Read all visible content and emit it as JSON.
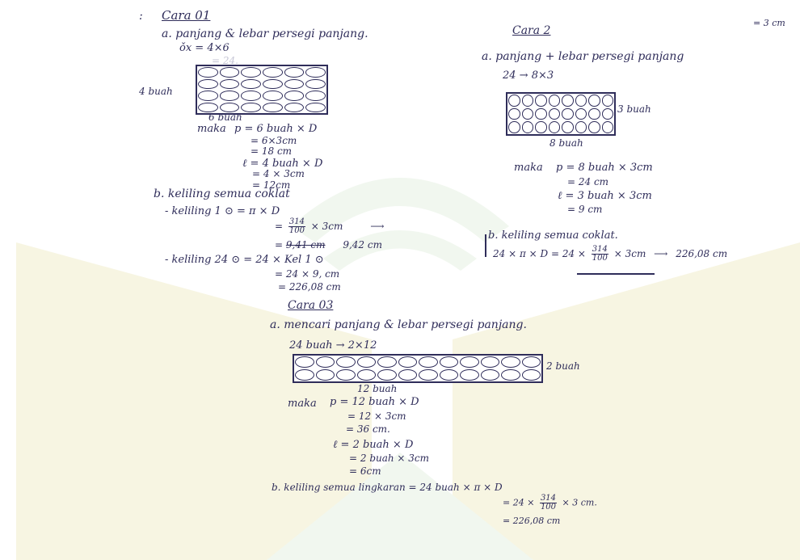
{
  "brand_colors": {
    "ink": "#2f2d5a",
    "watermark": "#f4f2dc",
    "watermark_green": "#eef5ec"
  },
  "top_right": "= 3 cm",
  "cara1": {
    "title_prefix": ":",
    "title": "Cara  01",
    "a_label": "a. panjang & lebar persegi panjang.",
    "a_eq": "ǒx = 4×6",
    "a_faint": "= 24.",
    "rows_label": "4 buah",
    "cols_label": "6 buah",
    "maka": "maka",
    "p_line1": "p = 6 buah × D",
    "p_line2": "= 6×3cm",
    "p_line3": "= 18 cm",
    "l_line1": "ℓ = 4 buah × D",
    "l_line2": "= 4 × 3cm",
    "l_line3": "= 12cm",
    "b_label": "b. keliling semua coklat",
    "kel1_prefix": "- keliling 1 ⊙  =  π × D",
    "kel1_frac_num": "314",
    "kel1_frac_den": "100",
    "kel1_tail": "× 3cm",
    "kel1_result_struck": "9,41 cm",
    "kel1_result": "9,42 cm",
    "kel24_line1": "- keliling 24 ⊙  =  24 × Kel 1 ⊙",
    "kel24_line2": "= 24 × 9,  cm",
    "kel24_line3": "= 226,08 cm"
  },
  "cara2": {
    "title": "Cara  2",
    "a_label": "a. panjang + lebar persegi panjang",
    "a_eq": "24 → 8×3",
    "rows_label": "3 buah",
    "cols_label": "8 buah",
    "maka": "maka",
    "p_line1": "p = 8 buah × 3cm",
    "p_line2": "= 24 cm",
    "l_line1": "ℓ = 3 buah × 3cm",
    "l_line2": "= 9 cm",
    "b_label": "b. keliling semua coklat.",
    "b_eq_left": "24 × π × D  =  24 ×",
    "b_frac_num": "314",
    "b_frac_den": "100",
    "b_eq_tail": "× 3cm",
    "b_result": "226,08 cm"
  },
  "cara3": {
    "title": "Cara  03",
    "a_label": "a. mencari panjang & lebar persegi panjang.",
    "a_eq": "24  buah → 2×12",
    "rows_label": "2 buah",
    "cols_label": "12 buah",
    "maka": "maka",
    "p_line1": "p  =  12 buah × D",
    "p_line2": "= 12 × 3cm",
    "p_line3": "= 36 cm.",
    "l_line1": "ℓ  =  2 buah × D",
    "l_line2": "= 2 buah × 3cm",
    "l_line3": "= 6cm",
    "b_label": "b. keliling semua lingkaran = 24 buah × π × D",
    "b_line2_prefix": "= 24 ×",
    "b_frac_num": "314",
    "b_frac_den": "100",
    "b_line2_tail": "× 3 cm.",
    "b_line3": "= 226,08 cm"
  }
}
